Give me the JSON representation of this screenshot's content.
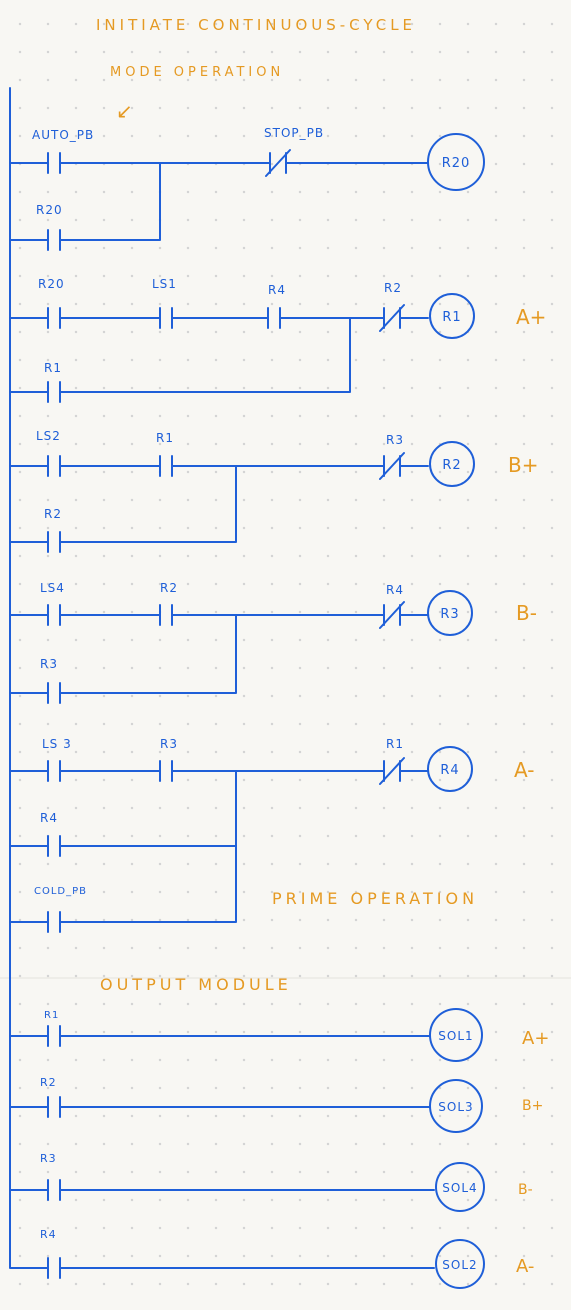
{
  "header": {
    "title": "INITIATE CONTINUOUS-CYCLE",
    "mode_label": "MODE OPERATION",
    "arrow_glyph": "↙"
  },
  "rungs": [
    {
      "contacts": [
        {
          "label": "AUTO_PB",
          "type": "NO"
        },
        {
          "label": "STOP_PB",
          "type": "NC"
        }
      ],
      "branch": [
        {
          "label": "R20",
          "type": "NO"
        }
      ],
      "coil": "R20",
      "annotation": ""
    },
    {
      "contacts": [
        {
          "label": "R20",
          "type": "NO"
        },
        {
          "label": "LS1",
          "type": "NO"
        },
        {
          "label": "R4",
          "type": "NO"
        },
        {
          "label": "R2",
          "type": "NC"
        }
      ],
      "branch": [
        {
          "label": "R1",
          "type": "NO"
        }
      ],
      "coil": "R1",
      "annotation": "A+"
    },
    {
      "contacts": [
        {
          "label": "LS2",
          "type": "NO"
        },
        {
          "label": "R1",
          "type": "NO"
        },
        {
          "label": "R3",
          "type": "NC"
        }
      ],
      "branch": [
        {
          "label": "R2",
          "type": "NO"
        }
      ],
      "coil": "R2",
      "annotation": "B+"
    },
    {
      "contacts": [
        {
          "label": "LS4",
          "type": "NO"
        },
        {
          "label": "R2",
          "type": "NO"
        },
        {
          "label": "R4",
          "type": "NC"
        }
      ],
      "branch": [
        {
          "label": "R3",
          "type": "NO"
        }
      ],
      "coil": "R3",
      "annotation": "B-"
    },
    {
      "contacts": [
        {
          "label": "LS 3",
          "type": "NO"
        },
        {
          "label": "R3",
          "type": "NO"
        },
        {
          "label": "R1",
          "type": "NC"
        }
      ],
      "branch": [
        {
          "label": "R4",
          "type": "NO"
        },
        {
          "label": "COLD_PB",
          "type": "NO"
        }
      ],
      "coil": "R4",
      "annotation": "A-"
    }
  ],
  "prime_label": "PRIME OPERATION",
  "output_module": {
    "title": "OUTPUT MODULE",
    "rows": [
      {
        "contact": "R1",
        "coil": "SOL1",
        "annotation": "A+"
      },
      {
        "contact": "R2",
        "coil": "SOL3",
        "annotation": "B+"
      },
      {
        "contact": "R3",
        "coil": "SOL4",
        "annotation": "B-"
      },
      {
        "contact": "R4",
        "coil": "SOL2",
        "annotation": "A-"
      }
    ]
  },
  "colors": {
    "wire": "#1f5fd8",
    "annotation": "#e59a23",
    "paper": "#f8f7f3"
  }
}
